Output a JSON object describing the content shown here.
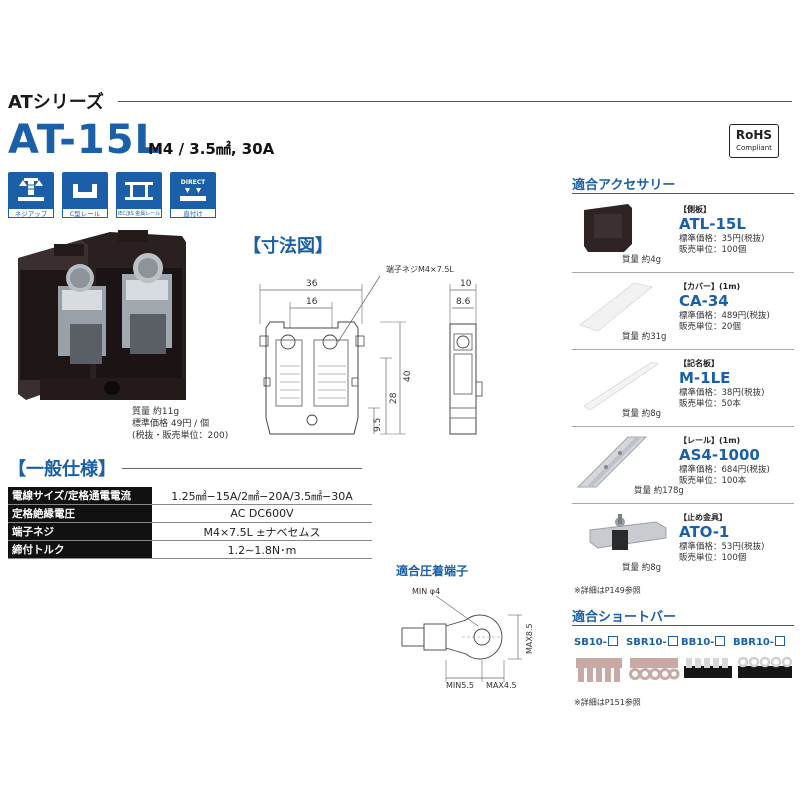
{
  "header": {
    "series": "ATシリーズ",
    "title": "AT-15L",
    "subtitle": "M4 / 3.5㎟, 30A",
    "rohs_main": "RoHS",
    "rohs_sub": "Compliant"
  },
  "features": [
    {
      "label": "ネジアップ",
      "icon": "screw-up-icon"
    },
    {
      "label": "C型レール",
      "icon": "c-rail-icon"
    },
    {
      "label": "IEC/JIS 金属レール",
      "icon": "metal-rail-icon"
    },
    {
      "label": "直付け",
      "icon": "direct-mount-icon"
    }
  ],
  "feature_direct_text": "DIRECT",
  "product": {
    "weight": "質量 約11g",
    "price": "標準価格 49円 / 個",
    "price_note": "(税抜・販売単位：200)"
  },
  "dimensions": {
    "title": "【寸法図】",
    "screw_label": "端子ネジM4×7.5L",
    "w36": "36",
    "w16": "16",
    "h40": "40",
    "h28": "28",
    "h95": "9.5",
    "s10": "10",
    "s86": "8.6"
  },
  "spec": {
    "title": "【一般仕様】",
    "rows": [
      {
        "key": "電線サイズ/定格通電電流",
        "value": "1.25㎟−15A/2㎟−20A/3.5㎟−30A"
      },
      {
        "key": "定格絶縁電圧",
        "value": "AC DC600V"
      },
      {
        "key": "端子ネジ",
        "value": "M4×7.5L ±ナベセムス"
      },
      {
        "key": "締付トルク",
        "value": "1.2∼1.8N･m"
      }
    ]
  },
  "crimp": {
    "title": "適合圧着端子",
    "min_phi": "MIN φ4",
    "max_h": "MAX8.5",
    "min_w": "MIN5.5",
    "max_w": "MAX4.5"
  },
  "accessories": {
    "title": "適合アクセサリー",
    "items": [
      {
        "tag": "【側板】",
        "name": "ATL-15L",
        "price": "標準価格：35円(税抜)",
        "unit": "販売単位：100個",
        "weight": "質量 約4g"
      },
      {
        "tag": "【カバー】(1m)",
        "name": "CA-34",
        "price": "標準価格：489円(税抜)",
        "unit": "販売単位：20個",
        "weight": "質量 約31g"
      },
      {
        "tag": "【記名板】",
        "name": "M-1LE",
        "price": "標準価格：38円(税抜)",
        "unit": "販売単位：50本",
        "weight": "質量 約8g"
      },
      {
        "tag": "【レール】(1m)",
        "name": "AS4-1000",
        "price": "標準価格：684円(税抜)",
        "unit": "販売単位：100本",
        "weight": "質量 約178g"
      },
      {
        "tag": "【止め金具】",
        "name": "ATO-1",
        "price": "標準価格：53円(税抜)",
        "unit": "販売単位：100個",
        "weight": "質量 約8g"
      }
    ],
    "note": "※詳細はP149参照"
  },
  "shortbars": {
    "title": "適合ショートバー",
    "items": [
      "SB10-",
      "SBR10-",
      "BB10-",
      "BBR10-"
    ],
    "note": "※詳細はP151参照"
  },
  "colors": {
    "accent": "#1a5fa8",
    "product_body": "#2b2020",
    "sb_pink": "#c9a9a6",
    "sb_black": "#161616"
  }
}
